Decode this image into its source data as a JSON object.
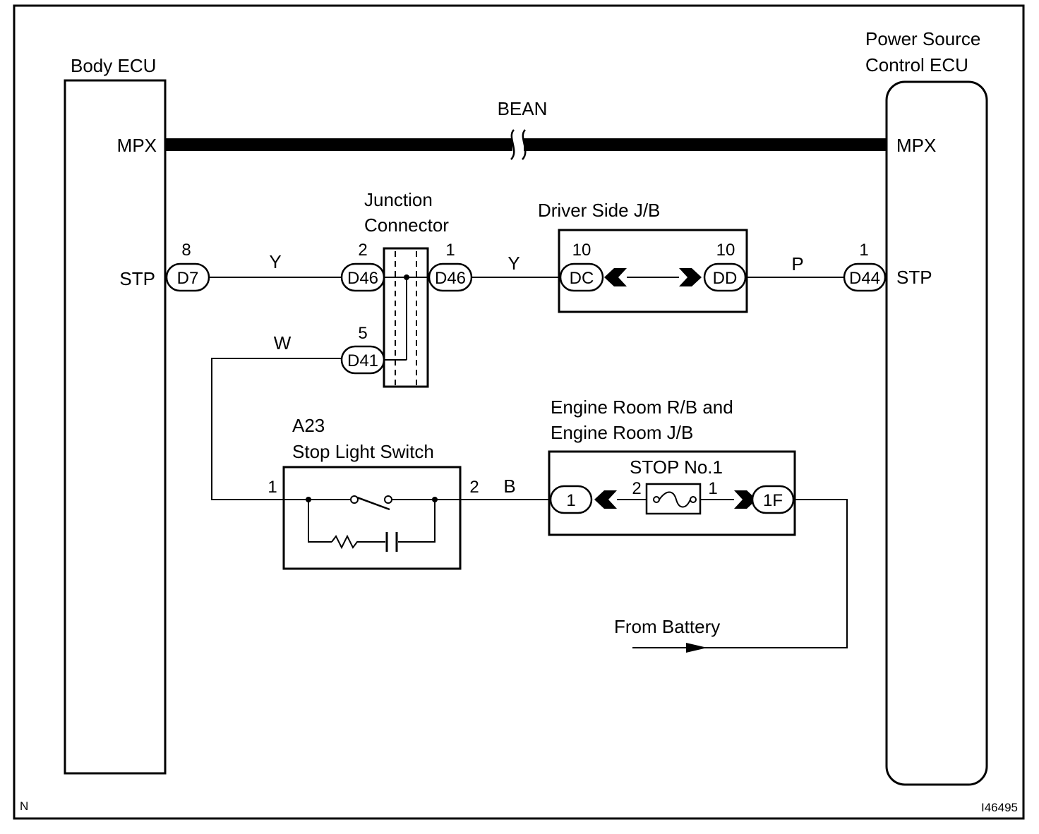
{
  "corner_left": "N",
  "corner_right": "I46495",
  "body_ecu": {
    "title": "Body ECU",
    "mpx": "MPX",
    "stp": "STP"
  },
  "power_ecu": {
    "title_line1": "Power Source",
    "title_line2": "Control ECU",
    "mpx": "MPX",
    "stp": "STP"
  },
  "bus": {
    "label": "BEAN"
  },
  "junction_connector": {
    "line1": "Junction",
    "line2": "Connector"
  },
  "driver_jb": {
    "title": "Driver Side J/B"
  },
  "connectors": {
    "d7": {
      "name": "D7",
      "pin": "8"
    },
    "d46a": {
      "name": "D46",
      "pin": "2"
    },
    "d46b": {
      "name": "D46",
      "pin": "1"
    },
    "dc": {
      "name": "DC",
      "pin": "10"
    },
    "dd": {
      "name": "DD",
      "pin": "10"
    },
    "d44": {
      "name": "D44",
      "pin": "1"
    },
    "d41": {
      "name": "D41",
      "pin": "5"
    },
    "er1": {
      "name": "1"
    },
    "er1f": {
      "name": "1F"
    }
  },
  "wires": {
    "w1": "Y",
    "w2": "Y",
    "w3": "P",
    "w4": "W",
    "w5": "B"
  },
  "stop_switch": {
    "code": "A23",
    "name": "Stop Light Switch",
    "pin_left": "1",
    "pin_right": "2"
  },
  "engine_room": {
    "line1": "Engine Room R/B and",
    "line2": "Engine Room J/B"
  },
  "fuse": {
    "name": "STOP No.1",
    "pin_left": "2",
    "pin_right": "1"
  },
  "battery": {
    "label": "From Battery"
  }
}
